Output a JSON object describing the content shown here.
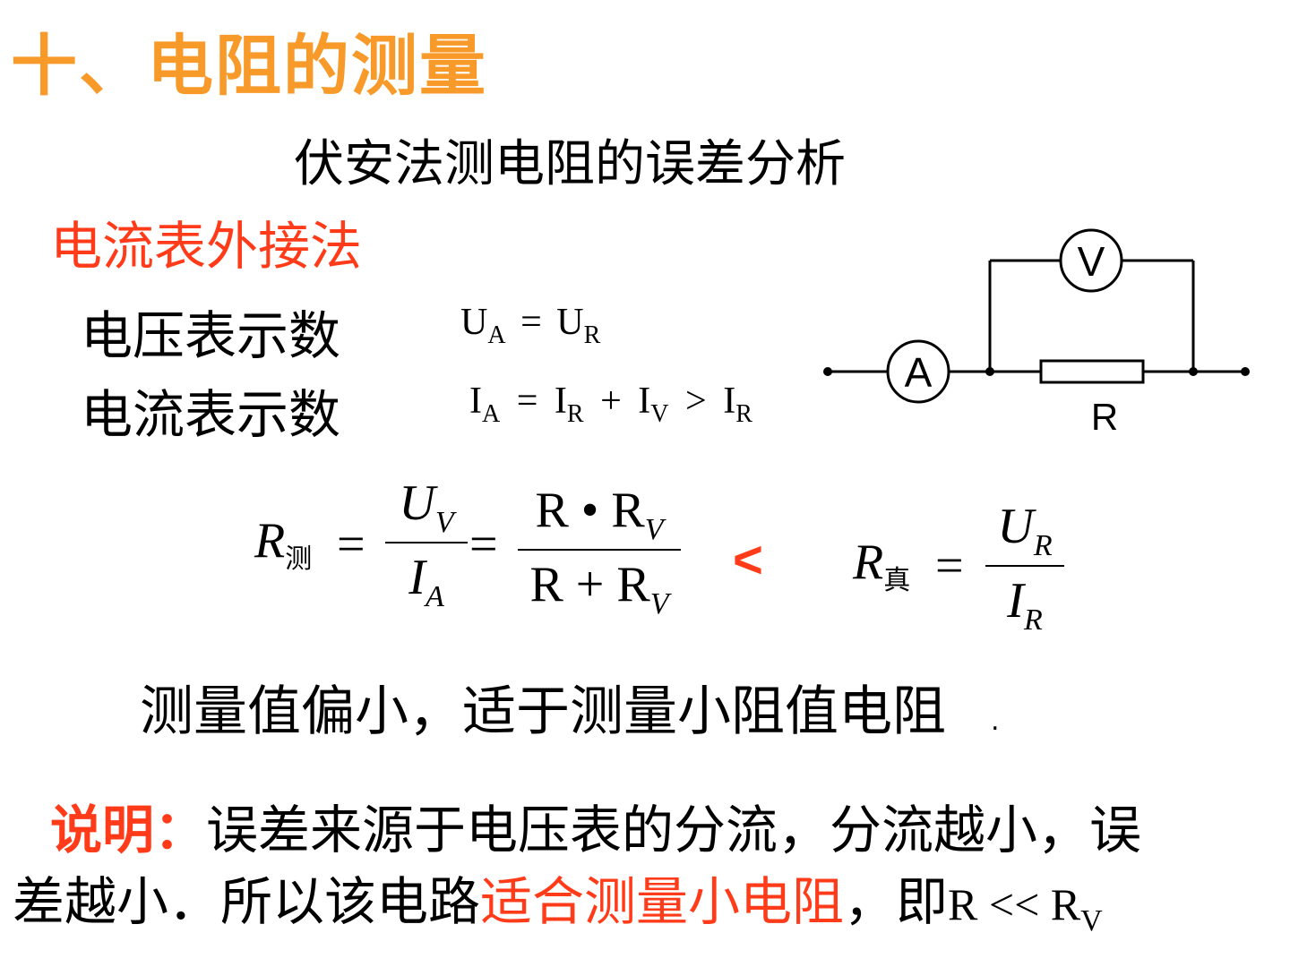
{
  "title": "十、电阻的测量",
  "subtitle": "伏安法测电阻的误差分析",
  "method": "电流表外接法",
  "voltmeter_reading_label": "电压表示数",
  "ammeter_reading_label": "电流表示数",
  "eq_voltage": {
    "lhs": "U",
    "lhs_sub": "A",
    "op": "=",
    "rhs": "U",
    "rhs_sub": "R"
  },
  "eq_current": {
    "a": "I",
    "a_sub": "A",
    "op1": "=",
    "b": "I",
    "b_sub": "R",
    "op2": "+",
    "c": "I",
    "c_sub": "V",
    "op3": ">",
    "d": "I",
    "d_sub": "R"
  },
  "circuit": {
    "ammeter": "A",
    "voltmeter": "V",
    "resistor_label": "R"
  },
  "formula_measured": {
    "lhs": "R",
    "lhs_sub": "测",
    "eq": "=",
    "f1_num": "U",
    "f1_num_sub": "V",
    "f1_den": "I",
    "f1_den_sub": "A",
    "eq2": "=",
    "f2_num": "R • R",
    "f2_num_sub": "V",
    "f2_den": "R + R",
    "f2_den_sub": "V"
  },
  "comparison": "<",
  "formula_true": {
    "lhs": "R",
    "lhs_sub": "真",
    "eq": "=",
    "num": "U",
    "num_sub": "R",
    "den": "I",
    "den_sub": "R"
  },
  "conclusion": "测量值偏小，适于测量小阻值电阻",
  "conclusion_dot": ".",
  "note": {
    "label": "说明：",
    "line1": "误差来源于电压表的分流，分流越小，误",
    "line2_start": "差越小．所以该电路",
    "highlight": "适合测量小电阻",
    "line2_end": "，即",
    "condition": "R << R",
    "condition_sub": "V"
  },
  "colors": {
    "title": "#f79a2a",
    "accent": "#ff3b1a",
    "text": "#000000"
  }
}
